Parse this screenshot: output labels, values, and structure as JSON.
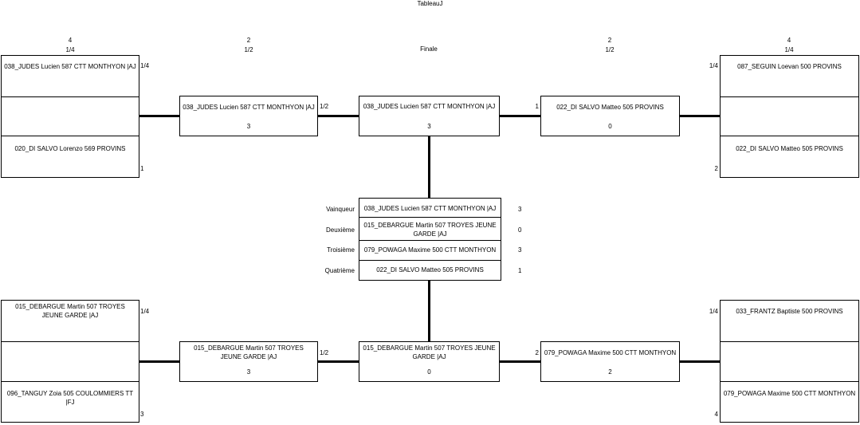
{
  "title": "TableauJ",
  "headers": {
    "left_outer": {
      "count": "4",
      "round": "1/4"
    },
    "left_inner": {
      "count": "2",
      "round": "1/2"
    },
    "center": {
      "round": "Finale"
    },
    "right_inner": {
      "count": "2",
      "round": "1/2"
    },
    "right_outer": {
      "count": "4",
      "round": "1/4"
    }
  },
  "top_left": {
    "qf_a": {
      "name": "038_JUDES Lucien 587 CTT MONTHYON |AJ",
      "tag": "1/4"
    },
    "qf_b": {
      "name": "020_DI SALVO Lorenzo 569 PROVINS",
      "seed": "1"
    },
    "sf": {
      "name": "038_JUDES Lucien 587 CTT MONTHYON |AJ",
      "tag": "1/2",
      "score": "3"
    }
  },
  "top_right": {
    "qf_a": {
      "name": "087_SEGUIN Loevan 500 PROVINS",
      "tag": "1/4"
    },
    "qf_b": {
      "name": "022_DI SALVO Matteo 505 PROVINS",
      "seed": "2"
    },
    "sf": {
      "name": "022_DI SALVO Matteo 505 PROVINS",
      "tag": "1",
      "score": "0"
    }
  },
  "bottom_left": {
    "qf_a": {
      "name": "015_DEBARGUE Martin 507 TROYES JEUNE GARDE |AJ",
      "tag": "1/4"
    },
    "qf_b": {
      "name": "096_TANGUY Zoia 505 COULOMMIERS TT |FJ",
      "seed": "3"
    },
    "sf": {
      "name": "015_DEBARGUE Martin 507 TROYES JEUNE GARDE |AJ",
      "tag": "1/2",
      "score": "3"
    }
  },
  "bottom_right": {
    "qf_a": {
      "name": "033_FRANTZ Baptiste 500 PROVINS",
      "tag": "1/4"
    },
    "qf_b": {
      "name": "079_POWAGA Maxime 500 CTT MONTHYON",
      "seed": "4"
    },
    "sf": {
      "name": "079_POWAGA Maxime 500 CTT MONTHYON",
      "tag": "2",
      "score": "2"
    }
  },
  "final_top": {
    "name": "038_JUDES Lucien 587 CTT MONTHYON |AJ",
    "score": "3"
  },
  "final_bottom": {
    "name": "015_DEBARGUE Martin 507 TROYES JEUNE GARDE |AJ",
    "score": "0"
  },
  "ranking": [
    {
      "label": "Vainqueur",
      "name": "038_JUDES Lucien 587 CTT MONTHYON |AJ",
      "score": "3"
    },
    {
      "label": "Deuxième",
      "name": "015_DEBARGUE Martin 507 TROYES JEUNE GARDE |AJ",
      "score": "0"
    },
    {
      "label": "Troisième",
      "name": "079_POWAGA Maxime 500 CTT MONTHYON",
      "score": "3"
    },
    {
      "label": "Quatrième",
      "name": "022_DI SALVO Matteo 505 PROVINS",
      "score": "1"
    }
  ]
}
